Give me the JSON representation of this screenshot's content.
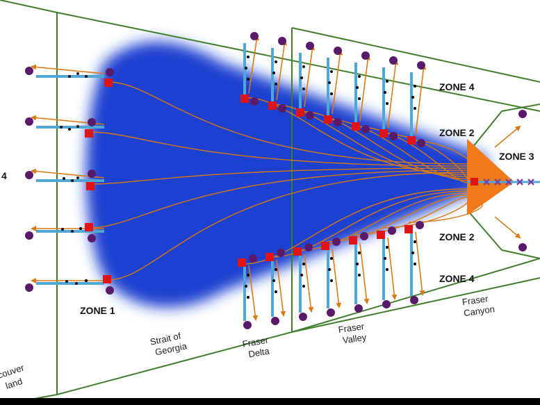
{
  "labels": {
    "zone1": "ZONE 1",
    "zone2_upper": "ZONE 2",
    "zone2_lower": "ZONE 2",
    "zone3": "ZONE 3",
    "zone4_upper": "ZONE 4",
    "zone4_lower": "ZONE 4",
    "zone4_left_fragment": "4",
    "strait_line1": "Strait of",
    "strait_line2": "Georgia",
    "delta_line1": "Fraser",
    "delta_line2": "Delta",
    "valley_line1": "Fraser",
    "valley_line2": "Valley",
    "canyon_line1": "Fraser",
    "canyon_line2": "Canyon",
    "island_line1": "couver",
    "island_line2": "land"
  },
  "colors": {
    "background": "#ffffff",
    "zone_border": "#3f7d2a",
    "water_plume": "#1f3fd0",
    "river_pipe": "#d87a14",
    "arrow": "#d87a14",
    "rod": "#4fa7d6",
    "square_marker": "#e01414",
    "circle_marker": "#5a1a6a",
    "x_marker": "#7a3aa0",
    "funnel": "#f07a1a",
    "frame_bottom": "#000000"
  }
}
